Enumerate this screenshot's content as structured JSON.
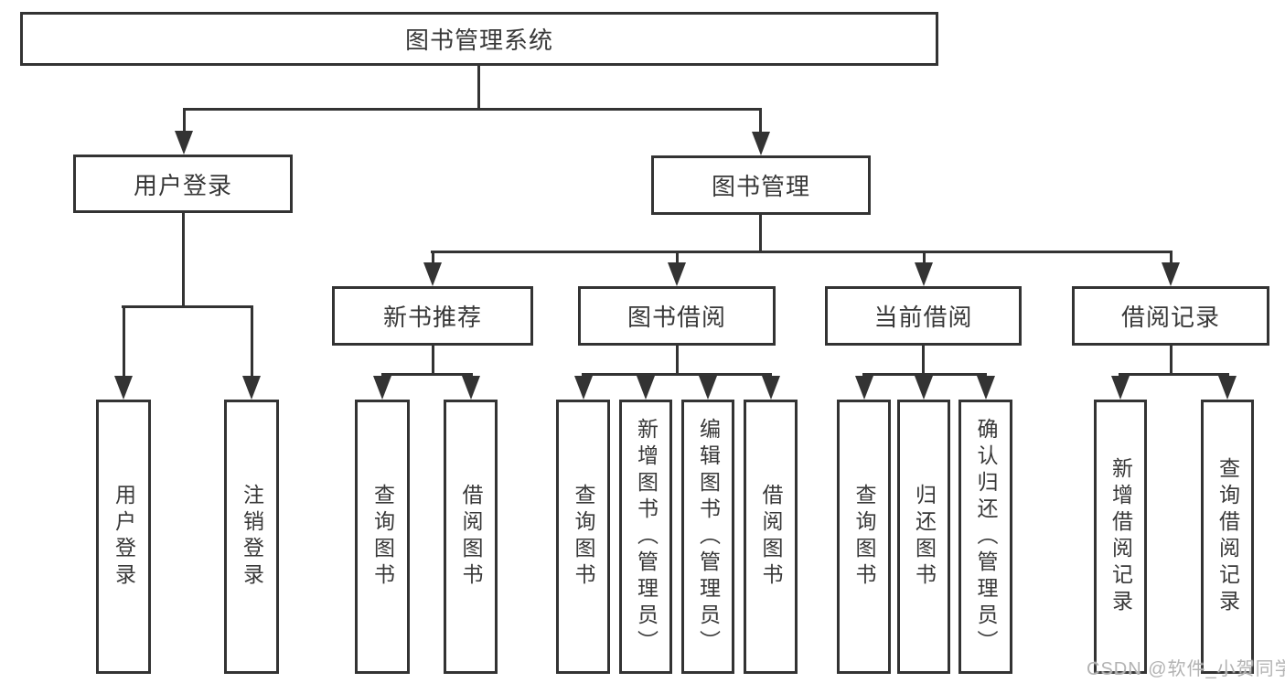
{
  "diagram": {
    "title": "图书管理系统",
    "type": "hierarchy-tree",
    "colors": {
      "line": "#333333",
      "text": "#383838",
      "background": "#ffffff",
      "watermark": "#b3b3b3"
    },
    "nodes": {
      "root": "图书管理系统",
      "l2_user_login": "用户登录",
      "l2_book_mgmt": "图书管理",
      "l3_new_books": "新书推荐",
      "l3_book_borrow": "图书借阅",
      "l3_current_borrow": "当前借阅",
      "l3_borrow_records": "借阅记录",
      "leaf_user_login": "用户登录",
      "leaf_logout": "注销登录",
      "leaf_nb_query": "查询图书",
      "leaf_nb_borrow": "借阅图书",
      "leaf_bb_query": "查询图书",
      "leaf_bb_add": "新增图书（管理员）",
      "leaf_bb_edit": "编辑图书（管理员）",
      "leaf_bb_borrow": "借阅图书",
      "leaf_cb_query": "查询图书",
      "leaf_cb_return": "归还图书",
      "leaf_cb_confirm": "确认归还（管理员）",
      "leaf_br_add": "新增借阅记录",
      "leaf_br_query": "查询借阅记录"
    },
    "edges": [
      [
        "图书管理系统",
        "用户登录"
      ],
      [
        "图书管理系统",
        "图书管理"
      ],
      [
        "用户登录",
        "用户登录(叶)"
      ],
      [
        "用户登录",
        "注销登录"
      ],
      [
        "图书管理",
        "新书推荐"
      ],
      [
        "图书管理",
        "图书借阅"
      ],
      [
        "图书管理",
        "当前借阅"
      ],
      [
        "图书管理",
        "借阅记录"
      ],
      [
        "新书推荐",
        "查询图书"
      ],
      [
        "新书推荐",
        "借阅图书"
      ],
      [
        "图书借阅",
        "查询图书"
      ],
      [
        "图书借阅",
        "新增图书（管理员）"
      ],
      [
        "图书借阅",
        "编辑图书（管理员）"
      ],
      [
        "图书借阅",
        "借阅图书"
      ],
      [
        "当前借阅",
        "查询图书"
      ],
      [
        "当前借阅",
        "归还图书"
      ],
      [
        "当前借阅",
        "确认归还（管理员）"
      ],
      [
        "借阅记录",
        "新增借阅记录"
      ],
      [
        "借阅记录",
        "查询借阅记录"
      ]
    ],
    "watermark": "CSDN @软件_小贺同学"
  }
}
